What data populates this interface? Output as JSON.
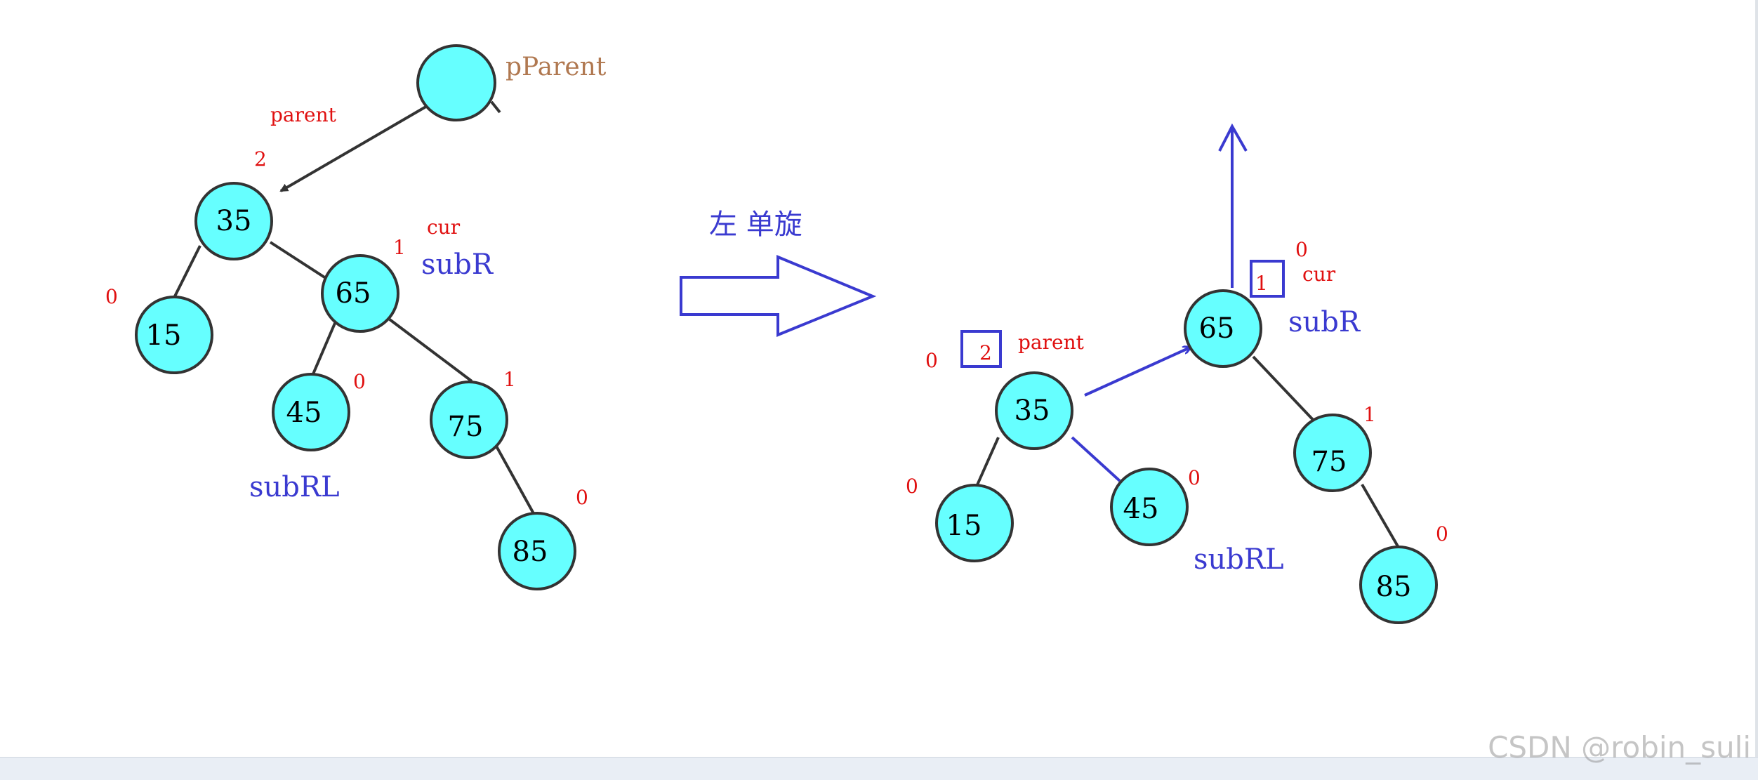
{
  "colors": {
    "node_fill": "#66ffff",
    "node_stroke": "#333333",
    "edge": "#333333",
    "balance_factor": "#e01010",
    "pointer_label": "#e01010",
    "sub_label": "#3a3ad0",
    "arrow": "#3a3ad0",
    "pparent_label": "#b07850"
  },
  "operation_label": "左 单旋",
  "watermark": "CSDN @robin_suli",
  "before": {
    "nodes": [
      {
        "id": "pp",
        "label": ""
      },
      {
        "id": "n35",
        "label": "35"
      },
      {
        "id": "n15",
        "label": "15"
      },
      {
        "id": "n65",
        "label": "65"
      },
      {
        "id": "n45",
        "label": "45"
      },
      {
        "id": "n75",
        "label": "75"
      },
      {
        "id": "n85",
        "label": "85"
      }
    ],
    "balance_factors": [
      {
        "node": "n35",
        "value": "2"
      },
      {
        "node": "n15",
        "value": "0"
      },
      {
        "node": "n65",
        "value": "1"
      },
      {
        "node": "n45",
        "value": "0"
      },
      {
        "node": "n75",
        "value": "1"
      },
      {
        "node": "n85",
        "value": "0"
      }
    ],
    "labels": {
      "pparent": "pParent",
      "parent": "parent",
      "cur": "cur",
      "subR": "subR",
      "subRL": "subRL"
    }
  },
  "after": {
    "nodes": [
      {
        "id": "m65",
        "label": "65"
      },
      {
        "id": "m35",
        "label": "35"
      },
      {
        "id": "m75",
        "label": "75"
      },
      {
        "id": "m15",
        "label": "15"
      },
      {
        "id": "m45",
        "label": "45"
      },
      {
        "id": "m85",
        "label": "85"
      }
    ],
    "balance_factors": [
      {
        "node": "m65_new",
        "value": "0"
      },
      {
        "node": "m65_old",
        "value": "1",
        "boxed": true
      },
      {
        "node": "m35_new",
        "value": "0"
      },
      {
        "node": "m35_old",
        "value": "2",
        "boxed": true
      },
      {
        "node": "m75",
        "value": "1"
      },
      {
        "node": "m15",
        "value": "0"
      },
      {
        "node": "m45",
        "value": "0"
      },
      {
        "node": "m85",
        "value": "0"
      }
    ],
    "labels": {
      "parent": "parent",
      "cur": "cur",
      "subR": "subR",
      "subRL": "subRL"
    }
  }
}
